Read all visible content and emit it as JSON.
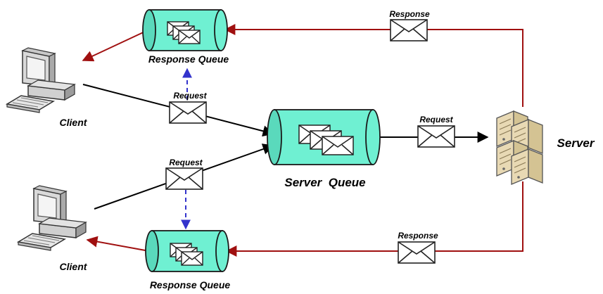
{
  "labels": {
    "client_top": "Client",
    "client_bottom": "Client",
    "response_queue_top": "Response Queue",
    "response_queue_bottom": "Response Queue",
    "server_queue": "Server  Queue",
    "server": "Server",
    "request_client_top": "Request",
    "request_client_bottom": "Request",
    "request_to_server": "Request",
    "response_top": "Response",
    "response_bottom": "Response"
  },
  "colors": {
    "queue_fill": "#6ff0d2",
    "queue_stroke": "#1a1a1a",
    "response_line": "#a01010",
    "request_line": "#000000",
    "dashed_arrow": "#3333cc",
    "server_body": "#e8d9b4"
  },
  "icons": [
    "desktop-computer-icon",
    "envelope-icon",
    "server-rack-icon",
    "message-queue-icon"
  ]
}
